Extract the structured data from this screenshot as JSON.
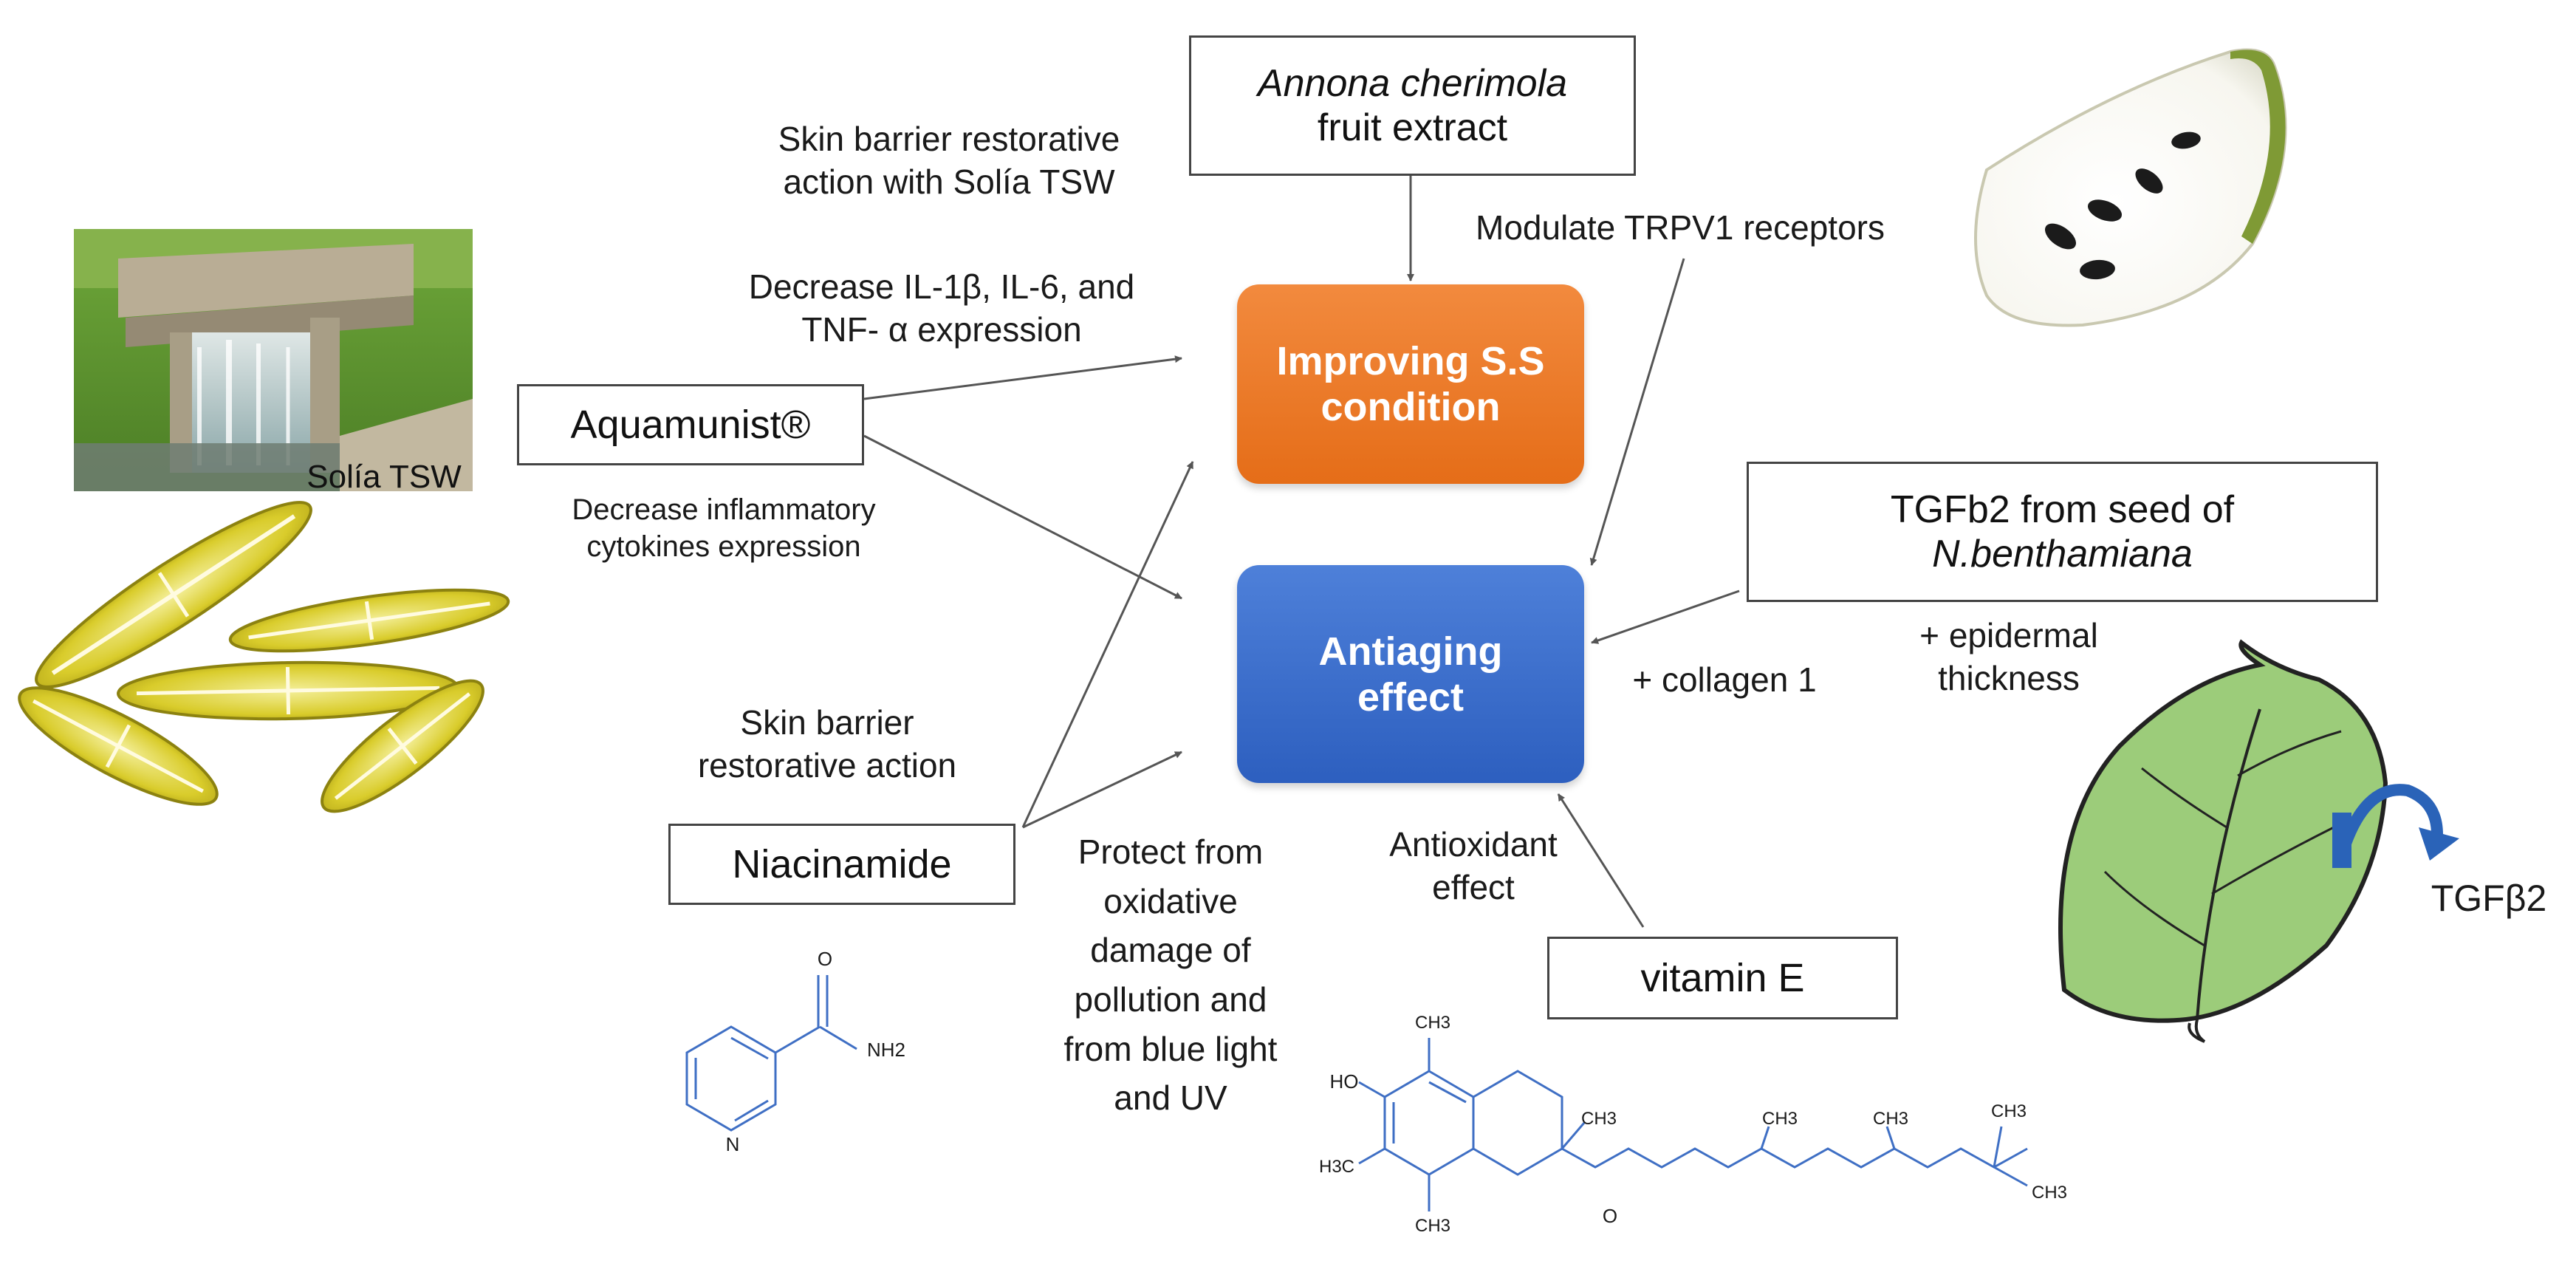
{
  "hubs": {
    "improving": {
      "line1": "Improving S.S",
      "line2": "condition",
      "color": "#e87422"
    },
    "antiaging": {
      "line1": "Antiaging",
      "line2": "effect",
      "color": "#3567c8"
    }
  },
  "boxes": {
    "annona": {
      "line1": "Annona cherimola",
      "line2": "fruit extract"
    },
    "aquamunist": {
      "label": "Aquamunist®"
    },
    "niacinamide": {
      "label": "Niacinamide"
    },
    "tgfb2": {
      "line1": "TGFb2 from seed of",
      "line2": "N.benthamiana"
    },
    "vitamin_e": {
      "label": "vitamin E"
    }
  },
  "annotations": {
    "skin_barrier_solia_1": "Skin barrier restorative",
    "skin_barrier_solia_2": "action  with Solía TSW",
    "decrease_il_1": "Decrease IL-1β, IL-6, and",
    "decrease_il_2": "TNF- α expression",
    "decrease_inflam_1": "Decrease  inflammatory",
    "decrease_inflam_2": "cytokines expression",
    "skin_barrier_1": "Skin barrier",
    "skin_barrier_2": "restorative action",
    "modulate_trpv1": "Modulate TRPV1 receptors",
    "collagen": "+ collagen 1",
    "epidermal_1": "+ epidermal",
    "epidermal_2": "thickness",
    "antioxidant_1": "Antioxidant",
    "antioxidant_2": "effect",
    "protect_1": "Protect from",
    "protect_2": "oxidative",
    "protect_3": "damage of",
    "protect_4": "pollution and",
    "protect_5": "from blue light",
    "protect_6": "and UV",
    "solia_caption": "Solía TSW",
    "tgfb2_leaf": "TGFβ2"
  },
  "niacinamide_structure": {
    "o": "O",
    "nh2": "NH2",
    "n": "N"
  },
  "vitamin_e_structure": {
    "ch3": "CH3",
    "oh": "HO",
    "h3c": "H3C",
    "o": "O"
  },
  "colors": {
    "arrow": "#555555",
    "structure": "#3f6fc4",
    "leaf": "#9ccc7a",
    "leaf_outline": "#222222",
    "arrow_blue": "#2a63b8"
  }
}
